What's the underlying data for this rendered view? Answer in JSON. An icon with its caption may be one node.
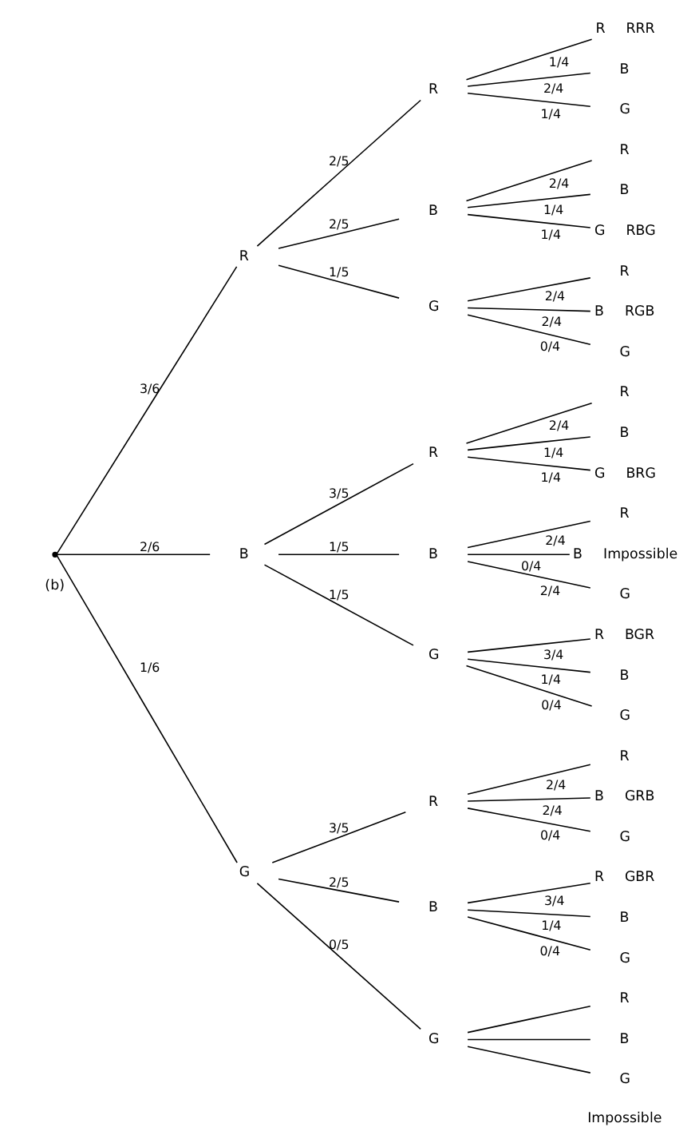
{
  "diagram": {
    "nodes": [
      {
        "text": [],
        "shape": "point"
      },
      {
        "text": [
          "R"
        ]
      },
      {
        "text": [
          "R"
        ]
      },
      {
        "text": [
          "R"
        ],
        "beside": [
          "RRR"
        ]
      },
      {
        "text": [
          "B"
        ]
      },
      {
        "text": [
          "G"
        ]
      },
      {
        "text": [
          "B"
        ]
      },
      {
        "text": [
          "R"
        ]
      },
      {
        "text": [
          "B"
        ]
      },
      {
        "text": [
          "G"
        ],
        "beside": [
          "RBG"
        ]
      },
      {
        "text": [
          "G"
        ]
      },
      {
        "text": [
          "R"
        ]
      },
      {
        "text": [
          "B"
        ],
        "beside": [
          "RGB"
        ]
      },
      {
        "text": [
          "G"
        ]
      },
      {
        "text": [
          "B"
        ]
      },
      {
        "text": [
          "R"
        ]
      },
      {
        "text": [
          "R"
        ]
      },
      {
        "text": [
          "B"
        ]
      },
      {
        "text": [
          "G"
        ],
        "beside": [
          "BRG"
        ]
      },
      {
        "text": [
          "B"
        ]
      },
      {
        "text": [
          "R"
        ]
      },
      {
        "text": [
          "B"
        ],
        "beside": [
          "Impossible"
        ]
      },
      {
        "text": [
          "G"
        ]
      },
      {
        "text": [
          "G"
        ]
      },
      {
        "text": [
          "R"
        ],
        "beside": [
          "BGR"
        ]
      },
      {
        "text": [
          "B"
        ]
      },
      {
        "text": [
          "G"
        ]
      },
      {
        "text": [
          "G"
        ]
      },
      {
        "text": [
          "R"
        ]
      },
      {
        "text": [
          "R"
        ]
      },
      {
        "text": [
          "B"
        ],
        "beside": [
          "GRB"
        ]
      },
      {
        "text": [
          "G"
        ]
      },
      {
        "text": [
          "B"
        ]
      },
      {
        "text": [
          "R"
        ],
        "beside": [
          "GBR"
        ]
      },
      {
        "text": [
          "B"
        ]
      },
      {
        "text": [
          "G"
        ]
      },
      {
        "text": [
          "G"
        ]
      },
      {
        "text": [
          "R"
        ]
      },
      {
        "text": [
          "B"
        ]
      },
      {
        "text": [
          "G"
        ]
      }
    ],
    "edges": [
      {
        "from": 0,
        "to": 1,
        "label": "3/6",
        "arrow": "none"
      },
      {
        "from": 1,
        "to": 2,
        "label": "2/5",
        "arrow": "none"
      },
      {
        "from": 2,
        "to": 3,
        "label": "1/4",
        "arrow": "none"
      },
      {
        "from": 2,
        "to": 4,
        "label": "2/4",
        "arrow": "none"
      },
      {
        "from": 2,
        "to": 5,
        "label": "1/4",
        "arrow": "none"
      },
      {
        "from": 1,
        "to": 6,
        "label": "2/5",
        "arrow": "none"
      },
      {
        "from": 6,
        "to": 7,
        "label": "2/4",
        "arrow": "none"
      },
      {
        "from": 6,
        "to": 8,
        "label": "1/4",
        "arrow": "none"
      },
      {
        "from": 6,
        "to": 9,
        "label": "1/4",
        "arrow": "none"
      },
      {
        "from": 1,
        "to": 10,
        "label": "1/5",
        "arrow": "none"
      },
      {
        "from": 10,
        "to": 11,
        "label": "2/4",
        "arrow": "none"
      },
      {
        "from": 10,
        "to": 12,
        "label": "2/4",
        "arrow": "none"
      },
      {
        "from": 10,
        "to": 13,
        "label": "0/4",
        "arrow": "none"
      },
      {
        "from": 0,
        "to": 14,
        "label": "2/6",
        "arrow": "none"
      },
      {
        "from": 14,
        "to": 15,
        "label": "3/5",
        "arrow": "none"
      },
      {
        "from": 15,
        "to": 16,
        "label": "2/4",
        "arrow": "none"
      },
      {
        "from": 15,
        "to": 17,
        "label": "1/4",
        "arrow": "none"
      },
      {
        "from": 15,
        "to": 18,
        "label": "1/4",
        "arrow": "none"
      },
      {
        "from": 14,
        "to": 19,
        "label": "1/5",
        "arrow": "none"
      },
      {
        "from": 19,
        "to": 20,
        "label": "2/4",
        "arrow": "none"
      },
      {
        "from": 19,
        "to": 21,
        "label": "0/4",
        "arrow": "none"
      },
      {
        "from": 19,
        "to": 22,
        "label": "2/4",
        "arrow": "none"
      },
      {
        "from": 14,
        "to": 23,
        "label": "1/5",
        "arrow": "none"
      },
      {
        "from": 23,
        "to": 24,
        "label": "3/4",
        "arrow": "none"
      },
      {
        "from": 23,
        "to": 25,
        "label": "1/4",
        "arrow": "none"
      },
      {
        "from": 23,
        "to": 26,
        "label": "0/4",
        "arrow": "none"
      },
      {
        "from": 0,
        "to": 27,
        "label": "1/6",
        "arrow": "none"
      },
      {
        "from": 27,
        "to": 28,
        "label": "3/5",
        "arrow": "none"
      },
      {
        "from": 28,
        "to": 29,
        "label": "2/4",
        "arrow": "none"
      },
      {
        "from": 28,
        "to": 30,
        "label": "2/4",
        "arrow": "none"
      },
      {
        "from": 28,
        "to": 31,
        "label": "0/4",
        "arrow": "none"
      },
      {
        "from": 27,
        "to": 32,
        "label": "2/5",
        "arrow": "none"
      },
      {
        "from": 32,
        "to": 33,
        "label": "3/4",
        "arrow": "none"
      },
      {
        "from": 32,
        "to": 34,
        "label": "1/4",
        "arrow": "none"
      },
      {
        "from": 32,
        "to": 35,
        "label": "0/4",
        "arrow": "none"
      },
      {
        "from": 27,
        "to": 36,
        "label": "0/5",
        "arrow": "none"
      },
      {
        "from": 36,
        "to": 37,
        "arrow": "none"
      },
      {
        "from": 36,
        "to": 38,
        "arrow": "none"
      },
      {
        "from": 36,
        "to": 39,
        "arrow": "none"
      }
    ],
    "labels": [
      "(b)",
      "Impossible"
    ]
  }
}
